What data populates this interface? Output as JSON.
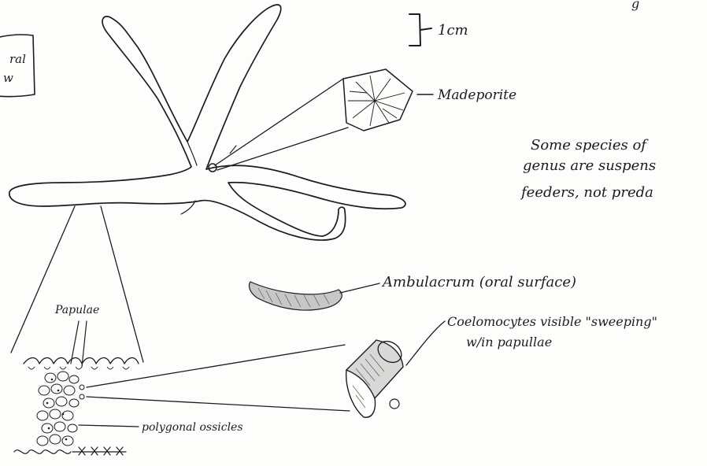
{
  "labels": {
    "top_right_partial": "g",
    "scale_bar": "1cm",
    "box_line1": "ral",
    "box_line2": "w",
    "madreporite": "Madeporite",
    "note_line1": "Some species of",
    "note_line2": "genus are suspens",
    "note_line3": "feeders, not preda",
    "ambulacrum": "Ambulacrum (oral surface)",
    "coelomocytes_line1": "Coelomocytes visible \"sweeping\"",
    "coelomocytes_line2": "w/in papullae",
    "papulae": "Papulae",
    "ossicles": "polygonal ossicles"
  },
  "colors": {
    "ink": "#1c1c1c",
    "paper": "#fdfdfb",
    "shading": "#9a9a9a"
  }
}
